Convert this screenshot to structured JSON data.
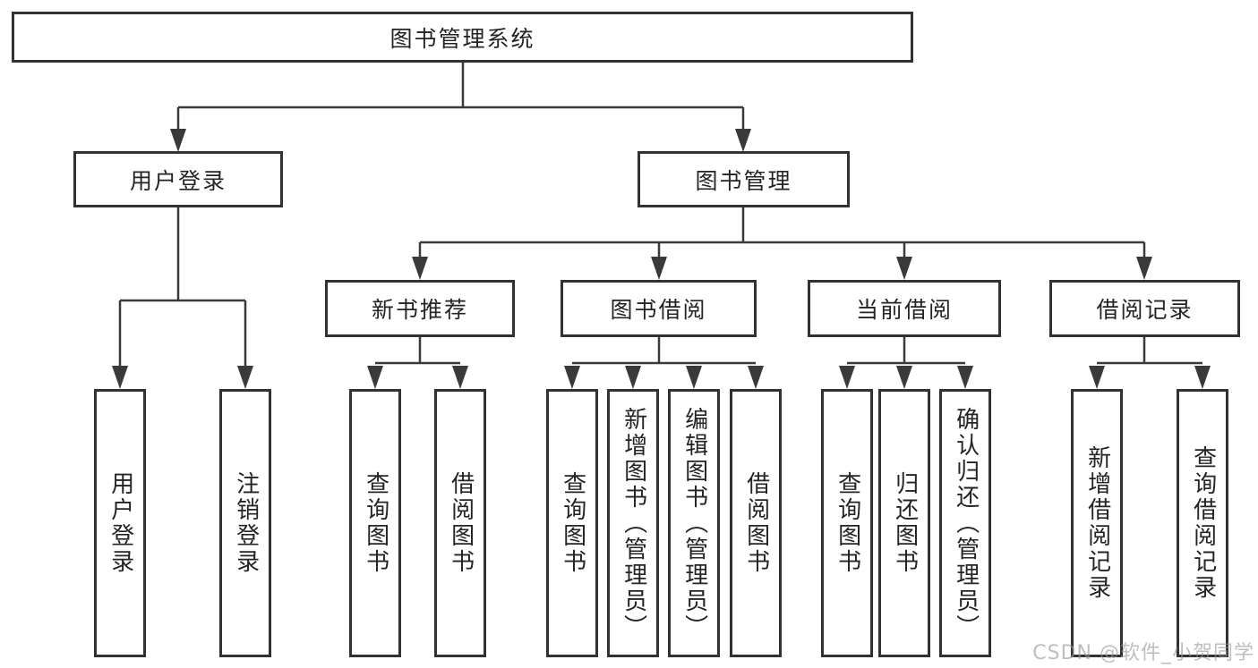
{
  "title": "图书管理系统",
  "level2": {
    "user_login": "用户登录",
    "book_mgmt": "图书管理"
  },
  "level3": {
    "new_book_rec": "新书推荐",
    "book_borrow": "图书借阅",
    "current_borrow": "当前借阅",
    "borrow_records": "借阅记录"
  },
  "leaves": {
    "ul_login": "用户登录",
    "ul_logout": "注销登录",
    "nbr_query": "查询图书",
    "nbr_borrow": "借阅图书",
    "bb_query": "查询图书",
    "bb_add": "新增图书（管理员）",
    "bb_edit": "编辑图书（管理员）",
    "bb_borrow": "借阅图书",
    "cb_query": "查询图书",
    "cb_return": "归还图书",
    "cb_confirm": "确认归还（管理员）",
    "br_add": "新增借阅记录",
    "br_query": "查询借阅记录"
  },
  "watermark": "CSDN @软件_小贺同学",
  "colors": {
    "line": "#3a3a3a",
    "box_border": "#323232",
    "text": "#242424",
    "watermark_gray": "#969696"
  }
}
